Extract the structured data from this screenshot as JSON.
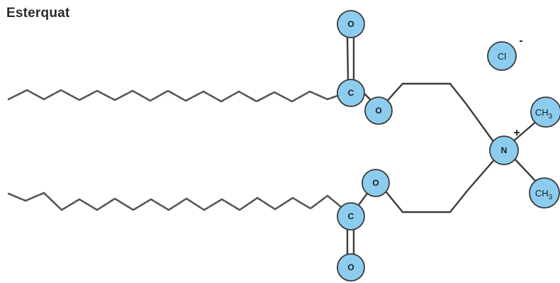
{
  "title": "Esterquat",
  "atoms": {
    "o_top": "O",
    "c_top": "C",
    "o_ester_top": "O",
    "n_center": "N",
    "n_charge": "+",
    "ch3_top_main": "CH",
    "ch3_top_sub": "3",
    "ch3_bottom_main": "CH",
    "ch3_bottom_sub": "3",
    "o_ester_bottom": "O",
    "c_bottom": "C",
    "o_bottom": "O",
    "cl": "Cl",
    "cl_charge": "-"
  },
  "colors": {
    "atom_fill": "#8ccdef",
    "atom_outline": "#3a3a3a",
    "bond": "#3c3c3c"
  }
}
